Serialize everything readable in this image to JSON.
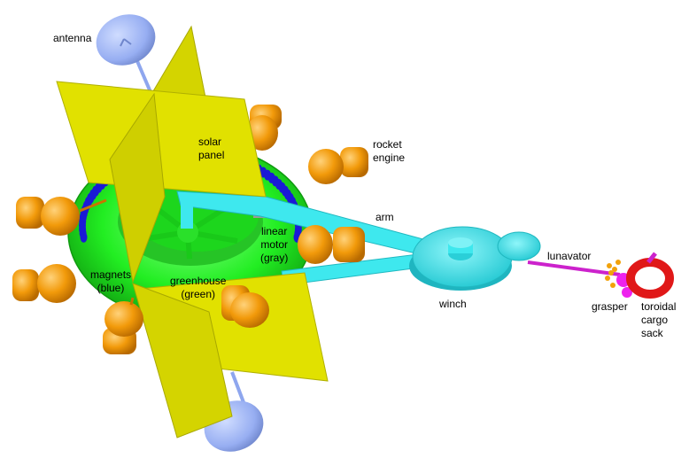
{
  "labels": {
    "antenna": "antenna",
    "solar_panel": "solar\npanel",
    "rocket_engine": "rocket\nengine",
    "arm": "arm",
    "linear_motor": "linear\nmotor\n(gray)",
    "magnets": "magnets\n(blue)",
    "greenhouse": "greenhouse\n(green)",
    "winch": "winch",
    "lunavator": "lunavator",
    "grasper": "grasper",
    "cargo_sack": "toroidal\ncargo\nsack"
  },
  "colors": {
    "panel": "#e1e100",
    "panel_dark": "#b8b800",
    "greenhouse": "#22ee22",
    "greenhouse_dark": "#14a814",
    "magnets": "#1a1ad6",
    "engine": "#f29a0a",
    "engine_dark": "#c97400",
    "arm": "#3ee8ee",
    "arm_dark": "#20b8c0",
    "antenna": "#97aef2",
    "tether": "#cc22cc",
    "grasper": "#ee22ee",
    "cargo": "#e01818",
    "motor": "#9a9a9a"
  }
}
